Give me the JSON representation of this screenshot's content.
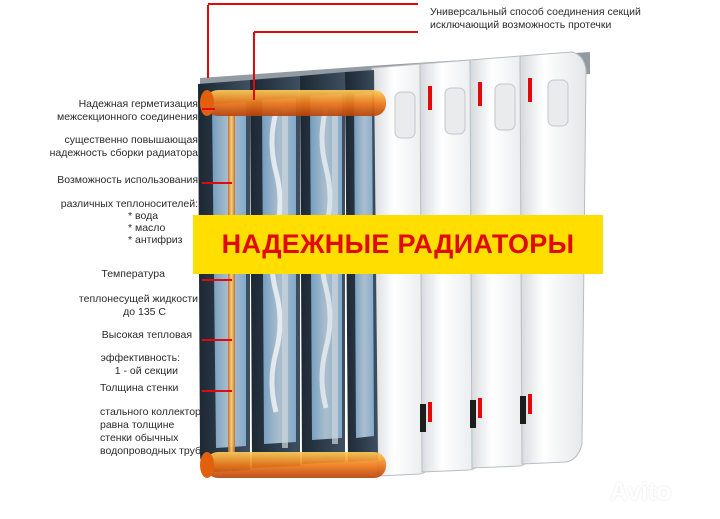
{
  "banner": {
    "text": "НАДЕЖНЫЕ РАДИАТОРЫ"
  },
  "top_note": {
    "line1": "Универсальный способ соединения секций",
    "line2": "исключающий возможность протечки"
  },
  "features": [
    {
      "line1": "Надежная герметизация",
      "line2": "межсекционного соединения"
    },
    {
      "line1": "существенно повышающая",
      "line2": "надежность сборки радиатора"
    },
    {
      "line1": "Возможность использования"
    },
    {
      "line1": "различных теплоносителей:"
    },
    {
      "line1": "Температура"
    },
    {
      "line1": "теплонесущей жидкости",
      "line2": "до 135 С"
    },
    {
      "line1": "Высокая тепловая"
    },
    {
      "line1": "эффективность:",
      "line2": "1 - ой секции"
    },
    {
      "line1": "Толщина стенки"
    },
    {
      "line1": "стального коллектора",
      "line2": "равна толщине",
      "line3": "стенки обычных",
      "line4": "водопроводных труб"
    }
  ],
  "coolants": [
    "* вода",
    "* масло",
    "* антифриз"
  ],
  "watermark": {
    "text": "Avito"
  },
  "colors": {
    "accent_red": "#e10a0a",
    "banner_yellow": "#ffde00",
    "pipe_orange": "#f07a1a"
  }
}
